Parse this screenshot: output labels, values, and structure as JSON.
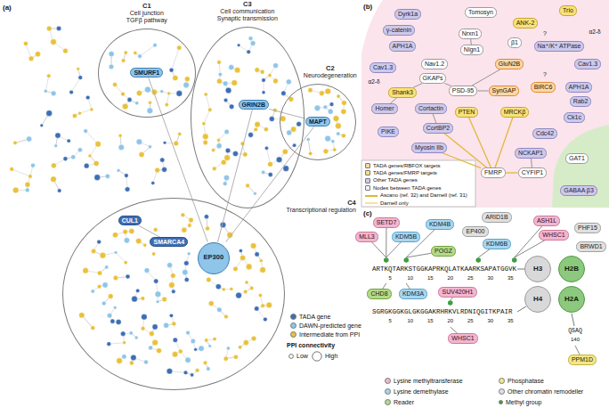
{
  "diagram": {
    "nodes": [
      {
        "text": [
          "C1",
          "Cell junction",
          "TGFβ pathway"
        ]
      },
      {
        "text": [
          "SMURF1"
        ],
        "in": 0
      },
      {
        "text": [
          "C3",
          "Cell communication",
          "Synaptic transmission"
        ]
      },
      {
        "text": [
          "GRIN2B"
        ],
        "in": 2
      },
      {
        "text": [
          "C2",
          "Neurodegeneration"
        ]
      },
      {
        "text": [
          "MAPT"
        ],
        "in": 4
      },
      {
        "text": [
          "C4",
          "Transcriptional regulation"
        ]
      },
      {
        "text": [
          "CUL1"
        ],
        "in": 6
      },
      {
        "text": [
          "SMARCA4"
        ],
        "in": 6
      },
      {
        "text": [
          "EP300"
        ],
        "in": 6
      },
      {
        "text": [
          "Dyrk1a"
        ]
      },
      {
        "text": [
          "γ-catenin"
        ]
      },
      {
        "text": [
          "APH1A"
        ]
      },
      {
        "text": [
          "Tomosyn"
        ]
      },
      {
        "text": [
          "Nrxn1"
        ]
      },
      {
        "text": [
          "Nlgn1"
        ]
      },
      {
        "text": [
          "ANK-2"
        ]
      },
      {
        "text": [
          "Trio"
        ]
      },
      {
        "text": [
          "β1"
        ]
      },
      {
        "text": [
          "Na⁺/K⁺ ATPase"
        ]
      },
      {
        "text": [
          "Cav1.3"
        ]
      },
      {
        "text": [
          "Cav1.3"
        ]
      },
      {
        "text": [
          "Nav1.2"
        ]
      },
      {
        "text": [
          "GKAPs"
        ]
      },
      {
        "text": [
          "GluN2B"
        ]
      },
      {
        "text": [
          "Shank3"
        ]
      },
      {
        "text": [
          "PSD-95"
        ]
      },
      {
        "text": [
          "SynGAP"
        ]
      },
      {
        "text": [
          "Homer"
        ]
      },
      {
        "text": [
          "Cortactin"
        ]
      },
      {
        "text": [
          "PTEN"
        ]
      },
      {
        "text": [
          "BIRC6"
        ]
      },
      {
        "text": [
          "APH1A"
        ]
      },
      {
        "text": [
          "Rab2"
        ]
      },
      {
        "text": [
          "MRCKβ"
        ]
      },
      {
        "text": [
          "PIKE"
        ]
      },
      {
        "text": [
          "CortBP2"
        ]
      },
      {
        "text": [
          "Ck1c"
        ]
      },
      {
        "text": [
          "Cdc42"
        ]
      },
      {
        "text": [
          "Myosin IIb"
        ]
      },
      {
        "text": [
          "NCKAP1"
        ]
      },
      {
        "text": [
          "FMRP"
        ]
      },
      {
        "text": [
          "CYFIP1"
        ]
      },
      {
        "text": [
          "GAT1"
        ]
      },
      {
        "text": [
          "GABAA β3"
        ]
      },
      {
        "text": [
          "SETD7"
        ]
      },
      {
        "text": [
          "MLL3"
        ]
      },
      {
        "text": [
          "KDM5B"
        ]
      },
      {
        "text": [
          "KDM4B"
        ]
      },
      {
        "text": [
          "EP400"
        ]
      },
      {
        "text": [
          "ARID1B"
        ]
      },
      {
        "text": [
          "KDM6B"
        ]
      },
      {
        "text": [
          "ASH1L"
        ]
      },
      {
        "text": [
          "WHSC1"
        ]
      },
      {
        "text": [
          "PHF15"
        ]
      },
      {
        "text": [
          "POGZ"
        ]
      },
      {
        "text": [
          "BRWD1"
        ]
      },
      {
        "text": [
          "H3"
        ]
      },
      {
        "text": [
          "H2B"
        ]
      },
      {
        "text": [
          "CHD8"
        ]
      },
      {
        "text": [
          "KDM3A"
        ]
      },
      {
        "text": [
          "SUV420H1"
        ]
      },
      {
        "text": [
          "H4"
        ]
      },
      {
        "text": [
          "H2A"
        ]
      },
      {
        "text": [
          "WHSC1"
        ]
      },
      {
        "text": [
          "PPM1D"
        ]
      }
    ],
    "edges": [
      {
        "from": 1,
        "to": 9,
        "arrow": "none"
      },
      {
        "from": 3,
        "to": 5,
        "arrow": "none"
      },
      {
        "from": 3,
        "to": 9,
        "arrow": "none"
      },
      {
        "from": 5,
        "to": 9,
        "arrow": "none"
      },
      {
        "from": 7,
        "to": 8,
        "arrow": "none"
      },
      {
        "from": 41,
        "to": 30,
        "arrow": "none"
      },
      {
        "from": 41,
        "to": 34,
        "arrow": "none"
      },
      {
        "from": 41,
        "to": 39,
        "arrow": "none"
      },
      {
        "from": 41,
        "to": 36,
        "arrow": "none"
      },
      {
        "from": 41,
        "to": 42,
        "arrow": "none"
      },
      {
        "from": 40,
        "to": 42,
        "arrow": "none"
      },
      {
        "from": 26,
        "to": 27,
        "arrow": "none"
      },
      {
        "from": 26,
        "to": 24,
        "arrow": "none"
      },
      {
        "from": 26,
        "to": 23,
        "arrow": "none"
      },
      {
        "from": 23,
        "to": 25,
        "arrow": "none"
      },
      {
        "from": 25,
        "to": 28,
        "arrow": "none"
      },
      {
        "from": 29,
        "to": 36,
        "arrow": "none"
      },
      {
        "from": 14,
        "to": 15,
        "arrow": "none"
      }
    ],
    "labels": [
      "(a)",
      "(b)",
      "α2-δ",
      "α2-δ",
      "?",
      "?",
      "(c)",
      "ARTKQTARKSTGGKAPRKQLATKAARKSAPATGGVK",
      "5",
      "10",
      "15",
      "20",
      "25",
      "30",
      "35",
      "SGRGKGGKGLGKGGAKRHRKVLRDNIQGITKPAIR",
      "5",
      "10",
      "15",
      "20",
      "25",
      "30",
      "35",
      "QSAQ",
      "140"
    ],
    "legend": [
      {
        "text": "TADA gene",
        "color": "#3d6eb4"
      },
      {
        "text": "DAWN-predicted gene",
        "color": "#8ec5e8"
      },
      {
        "text": "Intermediate from PPI",
        "color": "#e9c13a"
      },
      {
        "text": "PPI connectivity"
      },
      {
        "text": "Low"
      },
      {
        "text": "High"
      },
      {
        "text": "TADA genes/RBFOX targets",
        "color": "#fbd7a6"
      },
      {
        "text": "TADA genes/FMRP targets",
        "color": "#f7e27a"
      },
      {
        "text": "Other TADA genes",
        "color": "#cdc9ea"
      },
      {
        "text": "Nodes between TADA genes",
        "color": "#f4f4f4"
      },
      {
        "text": "Ascano (ref. 32) and Darnell (ref. 31)"
      },
      {
        "text": "Darnell only"
      },
      {
        "text": "Lysine methyltransferase",
        "color": "#f2b6cf"
      },
      {
        "text": "Phosphatase",
        "color": "#f3e78a"
      },
      {
        "text": "Lysine demethylase",
        "color": "#a9d6ee"
      },
      {
        "text": "Other chromatin remodeller",
        "color": "#e0e0e0"
      },
      {
        "text": "Reader",
        "color": "#b5d98a"
      },
      {
        "text": "Methyl group",
        "color": "#3f9e3f"
      }
    ]
  }
}
